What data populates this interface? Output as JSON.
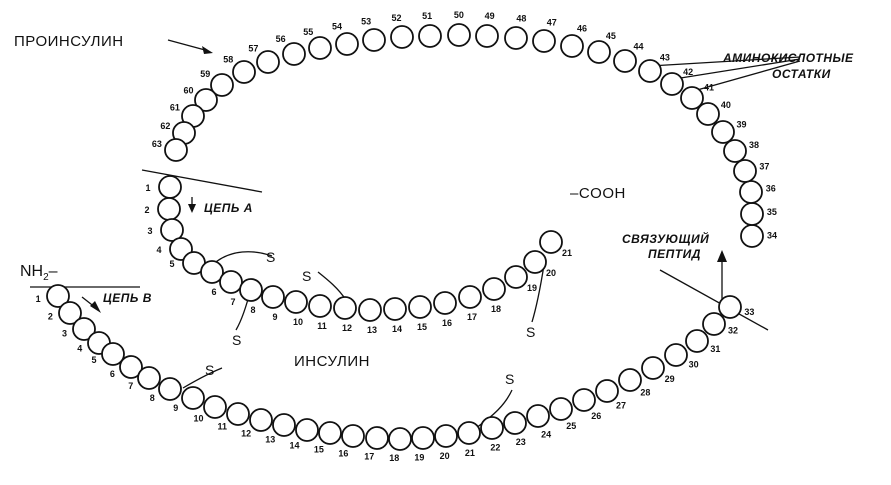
{
  "labels": {
    "proinsulin": "ПРОИНСУЛИН",
    "amino_line1": "АМИНОКИСЛОТНЫЕ",
    "amino_line2": "ОСТАТКИ",
    "connecting_line1": "СВЯЗУЮЩИЙ",
    "connecting_line2": "ПЕПТИД",
    "insulin": "ИНСУЛИН",
    "chain_a": "ЦЕПЬ А",
    "chain_b": "ЦЕПЬ В",
    "nh2": "NH",
    "nh2_sub": "2",
    "nh2_dash": "–",
    "cooh": "–COOH",
    "sulfur": "S"
  },
  "chains": {
    "B": [
      "1",
      "2",
      "3",
      "4",
      "5",
      "6",
      "7",
      "8",
      "9",
      "10",
      "11",
      "12",
      "13",
      "14",
      "15",
      "16",
      "17",
      "18",
      "19",
      "20",
      "21",
      "22",
      "23",
      "24",
      "25",
      "26",
      "27",
      "28",
      "29",
      "30"
    ],
    "C": [
      "31",
      "32",
      "33",
      "34",
      "35",
      "36",
      "37",
      "38",
      "39",
      "40",
      "41",
      "42",
      "43",
      "44",
      "45",
      "46",
      "47",
      "48",
      "49",
      "50",
      "51",
      "52",
      "53",
      "54",
      "55",
      "56",
      "57",
      "58",
      "59",
      "60",
      "61",
      "62",
      "63"
    ],
    "A": [
      "1",
      "2",
      "3",
      "4",
      "5",
      "6",
      "7",
      "8",
      "9",
      "10",
      "11",
      "12",
      "13",
      "14",
      "15",
      "16",
      "17",
      "18",
      "19",
      "20",
      "21"
    ]
  }
}
